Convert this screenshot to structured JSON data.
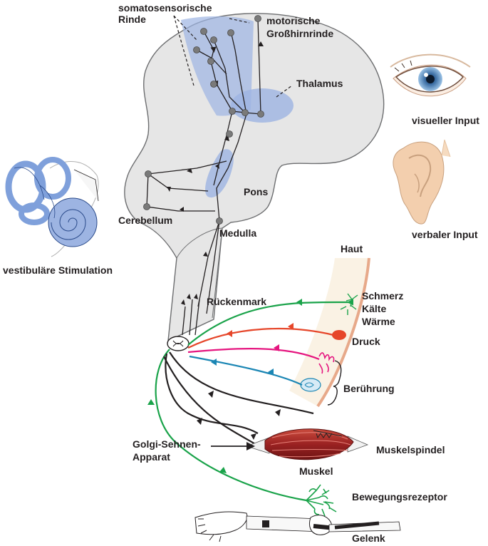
{
  "labels": {
    "somato_1": "somatosensorische",
    "somato_2": "Rinde",
    "motor_1": "motorische",
    "motor_2": "Großhirnrinde",
    "thalamus": "Thalamus",
    "visual": "visueller Input",
    "verbal": "verbaler Input",
    "pons": "Pons",
    "cerebellum": "Cerebellum",
    "medulla": "Medulla",
    "vestibular": "vestibuläre Stimulation",
    "haut": "Haut",
    "rueckenmark": "Rückenmark",
    "schmerz": "Schmerz",
    "kaelte": "Kälte",
    "waerme": "Wärme",
    "druck": "Druck",
    "beruehrung": "Berührung",
    "golgi_1": "Golgi-Sehnen-",
    "golgi_2": "Apparat",
    "muskelspindel": "Muskelspindel",
    "muskel": "Muskel",
    "bewegung": "Bewegungsrezeptor",
    "gelenk": "Gelenk"
  },
  "colors": {
    "brain_fill": "#e6e6e6",
    "brain_stroke": "#6d6e70",
    "region_blue": "#9db4e2",
    "nerve_black": "#231f20",
    "nerve_green": "#1aa34a",
    "nerve_red": "#e6462a",
    "nerve_magenta": "#e5157f",
    "nerve_blue": "#1b86b4",
    "skin_fill": "#faf2e4",
    "skin_edge": "#e7a98a",
    "muscle_red": "#a52a2a",
    "ear_fill": "#f3cfae",
    "inner_ear_blue": "#7fa0db",
    "iris_blue": "#6f9fd1"
  }
}
